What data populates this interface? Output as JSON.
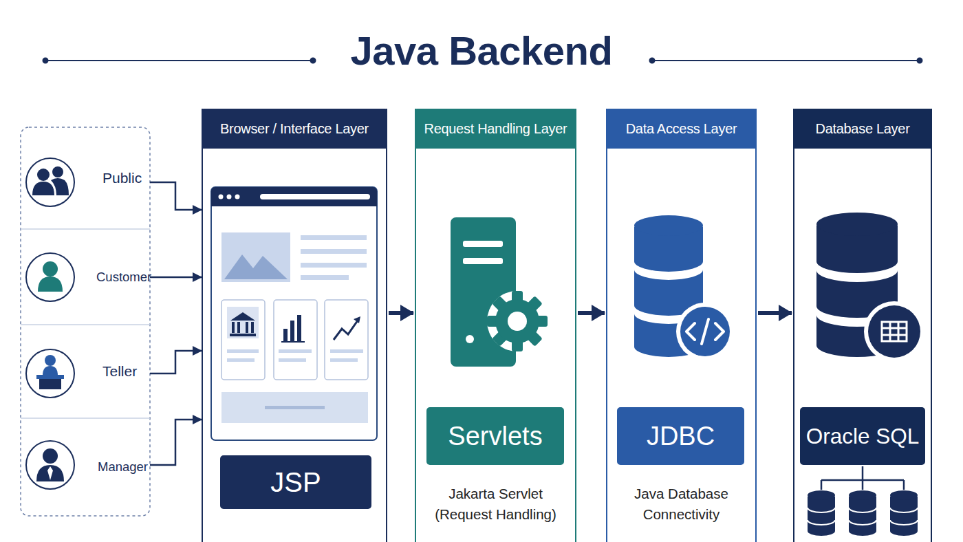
{
  "diagram": {
    "title": "Java Backend",
    "nodes": [
      {
        "text": [
          "Public"
        ]
      },
      {
        "text": [
          "Customer"
        ]
      },
      {
        "text": [
          "Teller"
        ]
      },
      {
        "text": [
          "Manager"
        ]
      },
      {
        "text": [
          "Browser / Interface Layer"
        ]
      },
      {
        "text": [
          "JSP"
        ],
        "in": 4
      },
      {
        "text": [
          "Request Handling Layer",
          "Jakarta Servlet (Request Handling)"
        ]
      },
      {
        "text": [
          "Servlets"
        ],
        "in": 6
      },
      {
        "text": [
          "Data Access Layer",
          "Java Database Connectivity"
        ]
      },
      {
        "text": [
          "JDBC"
        ],
        "in": 8
      },
      {
        "text": [
          "Database Layer"
        ]
      },
      {
        "text": [
          "Oracle SQL"
        ],
        "in": 10
      }
    ],
    "edges": [
      {
        "from": 0,
        "to": 4,
        "arrow": "to"
      },
      {
        "from": 1,
        "to": 4,
        "arrow": "to"
      },
      {
        "from": 2,
        "to": 4,
        "arrow": "to"
      },
      {
        "from": 3,
        "to": 4,
        "arrow": "to"
      },
      {
        "from": 4,
        "to": 6,
        "arrow": "to"
      },
      {
        "from": 6,
        "to": 8,
        "arrow": "to"
      },
      {
        "from": 8,
        "to": 10,
        "arrow": "to"
      }
    ]
  }
}
